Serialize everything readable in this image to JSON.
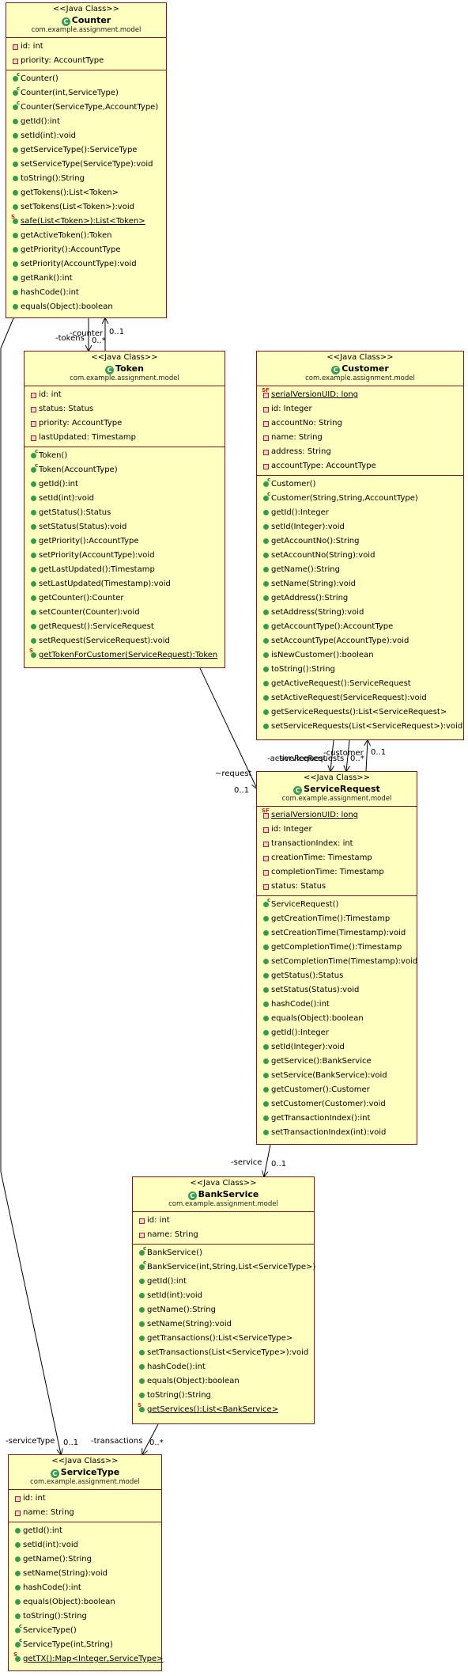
{
  "classes": {
    "counter": {
      "stereotype": "<<Java Class>>",
      "name": "Counter",
      "package": "com.example.assignment.model",
      "fields": [
        {
          "text": "id: int",
          "vis": "private"
        },
        {
          "text": "priority: AccountType",
          "vis": "private"
        }
      ],
      "methods": [
        {
          "text": "Counter()",
          "vis": "public",
          "ctor": true
        },
        {
          "text": "Counter(int,ServiceType)",
          "vis": "public",
          "ctor": true
        },
        {
          "text": "Counter(ServiceType,AccountType)",
          "vis": "public",
          "ctor": true
        },
        {
          "text": "getId():int",
          "vis": "public"
        },
        {
          "text": "setId(int):void",
          "vis": "public"
        },
        {
          "text": "getServiceType():ServiceType",
          "vis": "public"
        },
        {
          "text": "setServiceType(ServiceType):void",
          "vis": "public"
        },
        {
          "text": "toString():String",
          "vis": "public"
        },
        {
          "text": "getTokens():List<Token>",
          "vis": "public"
        },
        {
          "text": "setTokens(List<Token>):void",
          "vis": "public"
        },
        {
          "text": "safe(List<Token>):List<Token>",
          "vis": "public",
          "static": true
        },
        {
          "text": "getActiveToken():Token",
          "vis": "public"
        },
        {
          "text": "getPriority():AccountType",
          "vis": "public"
        },
        {
          "text": "setPriority(AccountType):void",
          "vis": "public"
        },
        {
          "text": "getRank():int",
          "vis": "public"
        },
        {
          "text": "hashCode():int",
          "vis": "public"
        },
        {
          "text": "equals(Object):boolean",
          "vis": "public"
        }
      ]
    },
    "token": {
      "stereotype": "<<Java Class>>",
      "name": "Token",
      "package": "com.example.assignment.model",
      "fields": [
        {
          "text": "id: int",
          "vis": "private"
        },
        {
          "text": "status: Status",
          "vis": "private"
        },
        {
          "text": "priority: AccountType",
          "vis": "private"
        },
        {
          "text": "lastUpdated: Timestamp",
          "vis": "private"
        }
      ],
      "methods": [
        {
          "text": "Token()",
          "vis": "public",
          "ctor": true
        },
        {
          "text": "Token(AccountType)",
          "vis": "public",
          "ctor": true
        },
        {
          "text": "getId():int",
          "vis": "public"
        },
        {
          "text": "setId(int):void",
          "vis": "public"
        },
        {
          "text": "getStatus():Status",
          "vis": "public"
        },
        {
          "text": "setStatus(Status):void",
          "vis": "public"
        },
        {
          "text": "getPriority():AccountType",
          "vis": "public"
        },
        {
          "text": "setPriority(AccountType):void",
          "vis": "public"
        },
        {
          "text": "getLastUpdated():Timestamp",
          "vis": "public"
        },
        {
          "text": "setLastUpdated(Timestamp):void",
          "vis": "public"
        },
        {
          "text": "getCounter():Counter",
          "vis": "public"
        },
        {
          "text": "setCounter(Counter):void",
          "vis": "public"
        },
        {
          "text": "getRequest():ServiceRequest",
          "vis": "public"
        },
        {
          "text": "setRequest(ServiceRequest):void",
          "vis": "public"
        },
        {
          "text": "getTokenForCustomer(ServiceRequest):Token",
          "vis": "public",
          "static": true
        }
      ]
    },
    "customer": {
      "stereotype": "<<Java Class>>",
      "name": "Customer",
      "package": "com.example.assignment.model",
      "fields": [
        {
          "text": "serialVersionUID: long",
          "vis": "private",
          "static": true,
          "final": true
        },
        {
          "text": "id: Integer",
          "vis": "private"
        },
        {
          "text": "accountNo: String",
          "vis": "private"
        },
        {
          "text": "name: String",
          "vis": "private"
        },
        {
          "text": "address: String",
          "vis": "private"
        },
        {
          "text": "accountType: AccountType",
          "vis": "private"
        }
      ],
      "methods": [
        {
          "text": "Customer()",
          "vis": "public",
          "ctor": true
        },
        {
          "text": "Customer(String,String,AccountType)",
          "vis": "public",
          "ctor": true
        },
        {
          "text": "getId():Integer",
          "vis": "public"
        },
        {
          "text": "setId(Integer):void",
          "vis": "public"
        },
        {
          "text": "getAccountNo():String",
          "vis": "public"
        },
        {
          "text": "setAccountNo(String):void",
          "vis": "public"
        },
        {
          "text": "getName():String",
          "vis": "public"
        },
        {
          "text": "setName(String):void",
          "vis": "public"
        },
        {
          "text": "getAddress():String",
          "vis": "public"
        },
        {
          "text": "setAddress(String):void",
          "vis": "public"
        },
        {
          "text": "getAccountType():AccountType",
          "vis": "public"
        },
        {
          "text": "setAccountType(AccountType):void",
          "vis": "public"
        },
        {
          "text": "isNewCustomer():boolean",
          "vis": "public"
        },
        {
          "text": "toString():String",
          "vis": "public"
        },
        {
          "text": "getActiveRequest():ServiceRequest",
          "vis": "public"
        },
        {
          "text": "setActiveRequest(ServiceRequest):void",
          "vis": "public"
        },
        {
          "text": "getServiceRequests():List<ServiceRequest>",
          "vis": "public"
        },
        {
          "text": "setServiceRequests(List<ServiceRequest>):void",
          "vis": "public"
        }
      ]
    },
    "servicerequest": {
      "stereotype": "<<Java Class>>",
      "name": "ServiceRequest",
      "package": "com.example.assignment.model",
      "fields": [
        {
          "text": "serialVersionUID: long",
          "vis": "private",
          "static": true,
          "final": true
        },
        {
          "text": "id: Integer",
          "vis": "private"
        },
        {
          "text": "transactionIndex: int",
          "vis": "private"
        },
        {
          "text": "creationTime: Timestamp",
          "vis": "private"
        },
        {
          "text": "completionTime: Timestamp",
          "vis": "private"
        },
        {
          "text": "status: Status",
          "vis": "private"
        }
      ],
      "methods": [
        {
          "text": "ServiceRequest()",
          "vis": "public",
          "ctor": true
        },
        {
          "text": "getCreationTime():Timestamp",
          "vis": "public"
        },
        {
          "text": "setCreationTime(Timestamp):void",
          "vis": "public"
        },
        {
          "text": "getCompletionTime():Timestamp",
          "vis": "public"
        },
        {
          "text": "setCompletionTime(Timestamp):void",
          "vis": "public"
        },
        {
          "text": "getStatus():Status",
          "vis": "public"
        },
        {
          "text": "setStatus(Status):void",
          "vis": "public"
        },
        {
          "text": "hashCode():int",
          "vis": "public"
        },
        {
          "text": "equals(Object):boolean",
          "vis": "public"
        },
        {
          "text": "getId():Integer",
          "vis": "public"
        },
        {
          "text": "setId(Integer):void",
          "vis": "public"
        },
        {
          "text": "getService():BankService",
          "vis": "public"
        },
        {
          "text": "setService(BankService):void",
          "vis": "public"
        },
        {
          "text": "getCustomer():Customer",
          "vis": "public"
        },
        {
          "text": "setCustomer(Customer):void",
          "vis": "public"
        },
        {
          "text": "getTransactionIndex():int",
          "vis": "public"
        },
        {
          "text": "setTransactionIndex(int):void",
          "vis": "public"
        }
      ]
    },
    "bankservice": {
      "stereotype": "<<Java Class>>",
      "name": "BankService",
      "package": "com.example.assignment.model",
      "fields": [
        {
          "text": "id: int",
          "vis": "private"
        },
        {
          "text": "name: String",
          "vis": "private"
        }
      ],
      "methods": [
        {
          "text": "BankService()",
          "vis": "public",
          "ctor": true
        },
        {
          "text": "BankService(int,String,List<ServiceType>)",
          "vis": "public",
          "ctor": true
        },
        {
          "text": "getId():int",
          "vis": "public"
        },
        {
          "text": "setId(int):void",
          "vis": "public"
        },
        {
          "text": "getName():String",
          "vis": "public"
        },
        {
          "text": "setName(String):void",
          "vis": "public"
        },
        {
          "text": "getTransactions():List<ServiceType>",
          "vis": "public"
        },
        {
          "text": "setTransactions(List<ServiceType>):void",
          "vis": "public"
        },
        {
          "text": "hashCode():int",
          "vis": "public"
        },
        {
          "text": "equals(Object):boolean",
          "vis": "public"
        },
        {
          "text": "toString():String",
          "vis": "public"
        },
        {
          "text": "getServices():List<BankService>",
          "vis": "public",
          "static": true
        }
      ]
    },
    "servicetype": {
      "stereotype": "<<Java Class>>",
      "name": "ServiceType",
      "package": "com.example.assignment.model",
      "fields": [
        {
          "text": "id: int",
          "vis": "private"
        },
        {
          "text": "name: String",
          "vis": "private"
        }
      ],
      "methods": [
        {
          "text": "getId():int",
          "vis": "public"
        },
        {
          "text": "setId(int):void",
          "vis": "public"
        },
        {
          "text": "getName():String",
          "vis": "public"
        },
        {
          "text": "setName(String):void",
          "vis": "public"
        },
        {
          "text": "hashCode():int",
          "vis": "public"
        },
        {
          "text": "equals(Object):boolean",
          "vis": "public"
        },
        {
          "text": "toString():String",
          "vis": "public"
        },
        {
          "text": "ServiceType()",
          "vis": "public",
          "ctor": true
        },
        {
          "text": "ServiceType(int,String)",
          "vis": "public",
          "ctor": true
        },
        {
          "text": "getTX():Map<Integer,ServiceType>",
          "vis": "public",
          "static": true
        }
      ]
    }
  },
  "edge_labels": {
    "counter_role": "-counter",
    "counter_mult": "0..1",
    "tokens_role": "-tokens",
    "tokens_mult": "0..*",
    "request_role": "~request",
    "request_mult": "0..1",
    "customer_role": "-customer",
    "customer_mult": "0..1",
    "active_request_role": "-activeRequest",
    "service_requests_role": "-serviceRequests",
    "service_requests_mult": "0..*",
    "service_role": "-service",
    "service_mult": "0..1",
    "service_type_role": "-serviceType",
    "service_type_mult": "0..1",
    "transactions_role": "-transactions",
    "transactions_mult": "0..*"
  }
}
